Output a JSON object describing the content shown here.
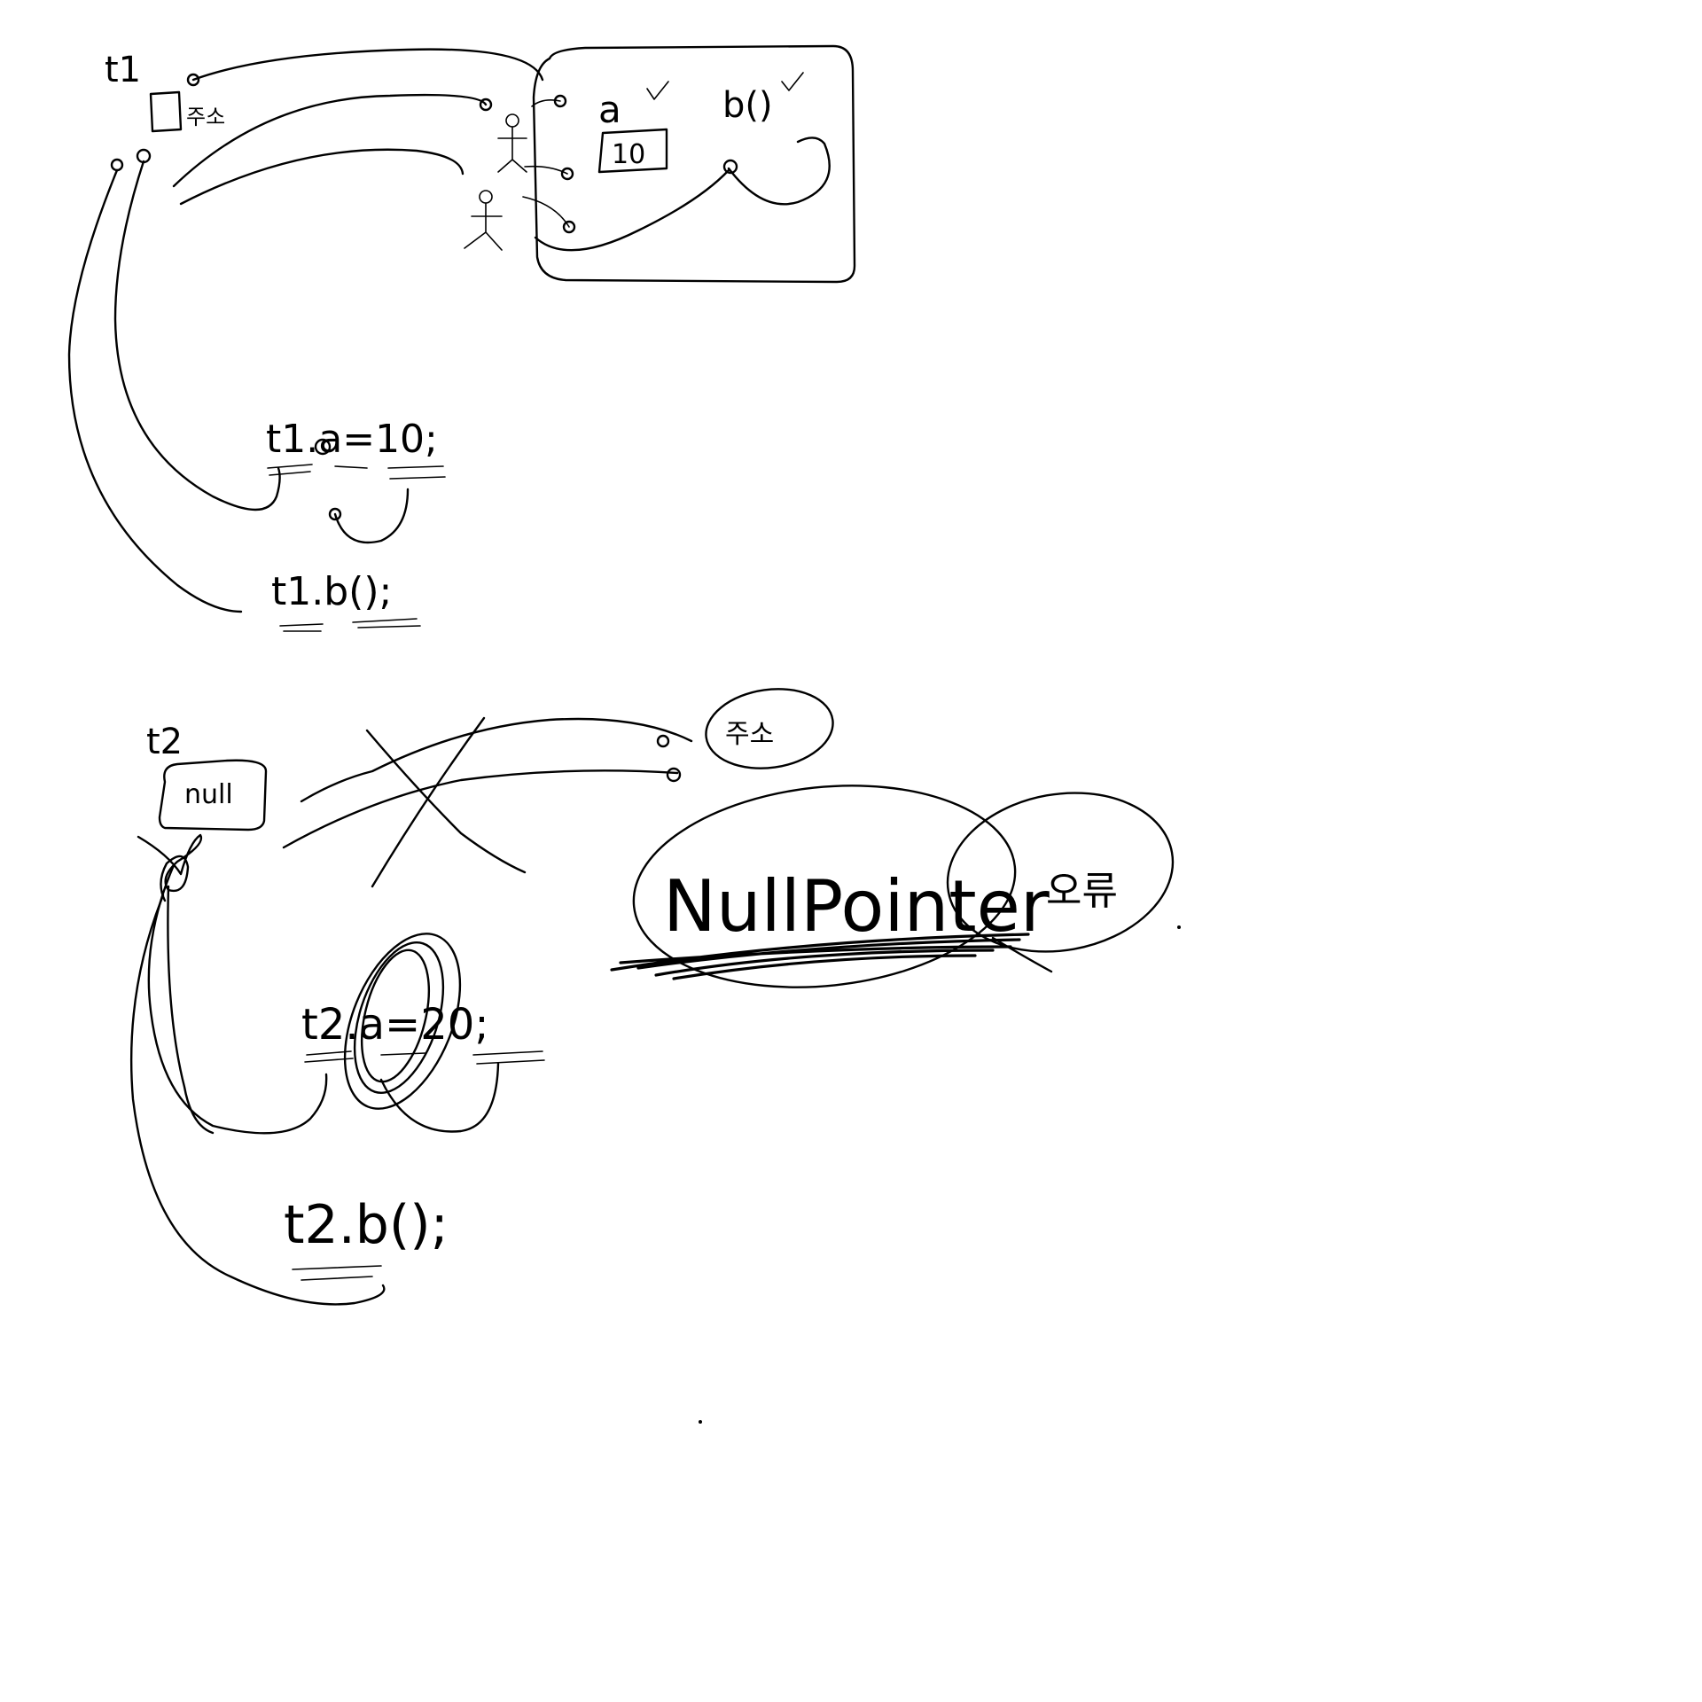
{
  "whiteboard": {
    "background": "#ffffff",
    "ink_color": "#000000",
    "section1": {
      "var_name": "t1",
      "var_note": "주소",
      "heap_member_a": "a",
      "heap_member_a_value": "10",
      "heap_member_b": "b()",
      "stmt_assign": "t1.a=10;",
      "stmt_call": "t1.b();"
    },
    "section2": {
      "var_name": "t2",
      "var_value": "null",
      "target_note": "주소",
      "exception_label": "NullPointer",
      "exception_note": "오류",
      "stmt_assign": "t2.a=20;",
      "stmt_call": "t2.b();"
    }
  }
}
